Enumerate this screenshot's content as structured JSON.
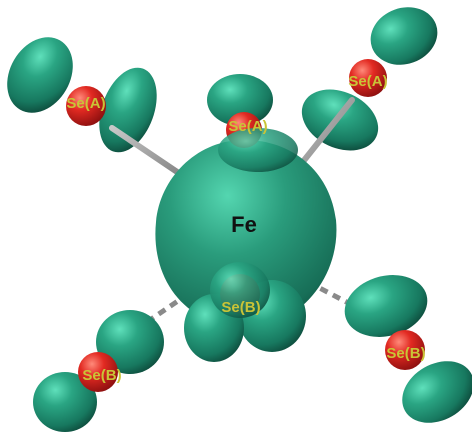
{
  "center_atom": {
    "label": "Fe"
  },
  "ligands": [
    {
      "id": "a1",
      "label": "Se(A)"
    },
    {
      "id": "a2",
      "label": "Se(A)"
    },
    {
      "id": "a3",
      "label": "Se(A)"
    },
    {
      "id": "b1",
      "label": "Se(B)"
    },
    {
      "id": "b2",
      "label": "Se(B)"
    },
    {
      "id": "b3",
      "label": "Se(B)"
    }
  ],
  "colors": {
    "lobe": "#1f8f73",
    "lobe_highlight": "#4fd3ad",
    "lobe_shadow": "#0f5a47",
    "atom": "#d81e1e",
    "atom_highlight": "#ff6b6b",
    "ligand_label": "#c9c437",
    "center_label": "#111111",
    "bond": "#9a9a9a"
  },
  "bond_styles": {
    "A": "solid",
    "B": "dashed"
  }
}
